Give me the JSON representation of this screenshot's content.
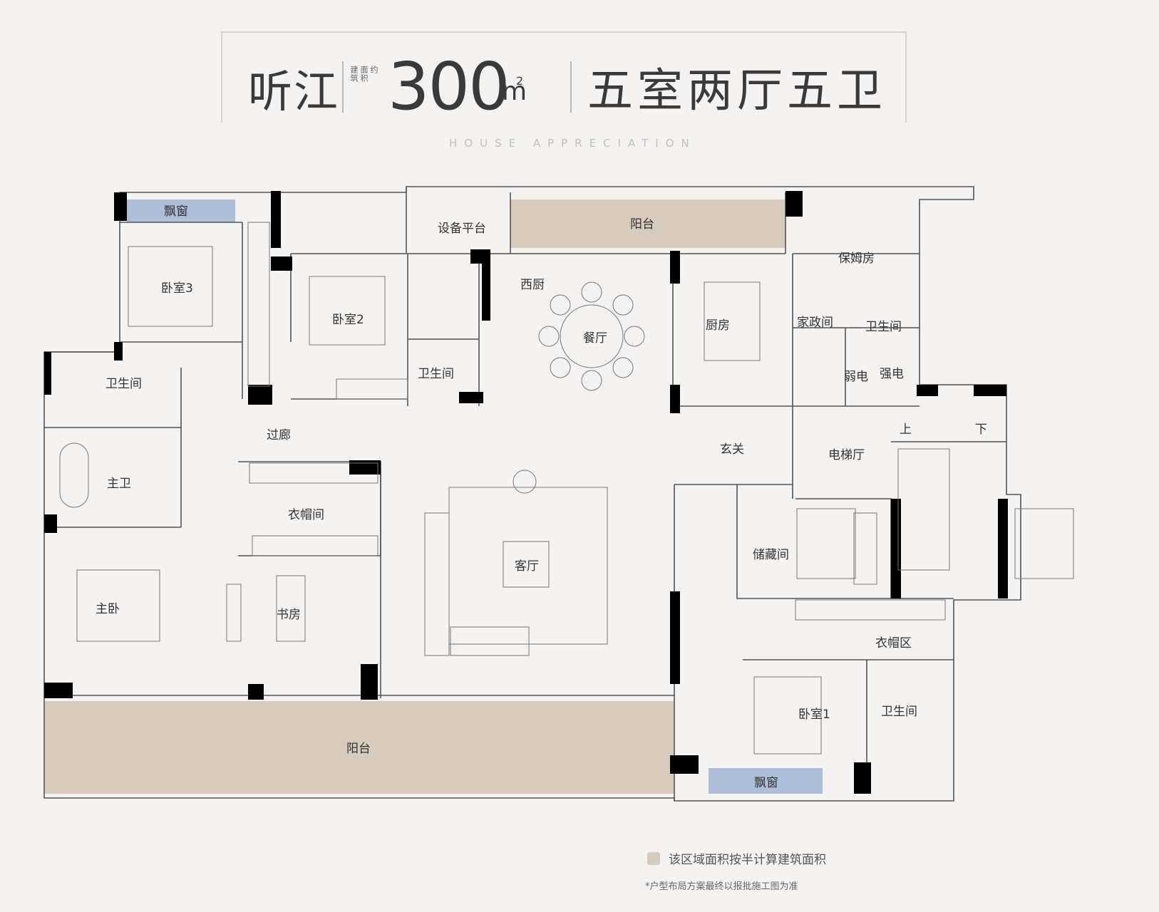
{
  "header": {
    "project_name": "听江",
    "area_label_col1": "建筑",
    "area_label_col2": "面积",
    "area_label_col3": "约",
    "area_number": "300",
    "area_unit": "m",
    "area_sup": "2",
    "layout": "五室两厅五卫",
    "subtitle": "HOUSE APPRECIATION"
  },
  "rooms": {
    "bay_window_1": "飘窗",
    "equipment_platform": "设备平台",
    "balcony_top": "阳台",
    "bedroom3": "卧室3",
    "bedroom2": "卧室2",
    "western_kitchen": "西厨",
    "dining": "餐厅",
    "kitchen": "厨房",
    "nanny_room": "保姆房",
    "household": "家政间",
    "bathroom_nanny": "卫生间",
    "weak_power": "弱电",
    "strong_power": "强电",
    "bathroom_left": "卫生间",
    "bathroom_mid": "卫生间",
    "corridor": "过廊",
    "foyer": "玄关",
    "elevator_hall": "电梯厅",
    "stair_up": "上",
    "stair_down": "下",
    "master_bath": "主卫",
    "walk_in_closet": "衣帽间",
    "living_room": "客厅",
    "storage": "储藏间",
    "master_bedroom": "主卧",
    "study": "书房",
    "cloak_area": "衣帽区",
    "bedroom1": "卧室1",
    "bathroom_right": "卫生间",
    "balcony_bottom": "阳台",
    "bay_window_2": "飘窗"
  },
  "legend": {
    "text": "该区域面积按半计算建筑面积"
  },
  "note": "*户型布局方案最终以报批施工图为准",
  "colors": {
    "balcony_fill": "#d6cbbd",
    "bay_window_fill": "#aebdd8",
    "wall": "#000000"
  }
}
